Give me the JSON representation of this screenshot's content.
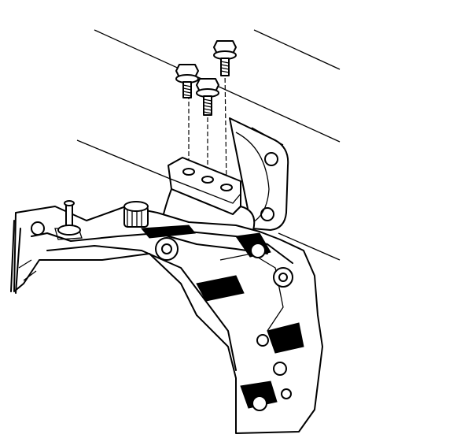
{
  "figure": {
    "colors": {
      "ink": "#000000",
      "paper": "#ffffff"
    },
    "parts": [
      {
        "name": "bolt",
        "count": 3,
        "icon": "flange-bolt-icon"
      },
      {
        "name": "mount-bracket",
        "holes": 3
      },
      {
        "name": "transaxle-case"
      }
    ]
  }
}
